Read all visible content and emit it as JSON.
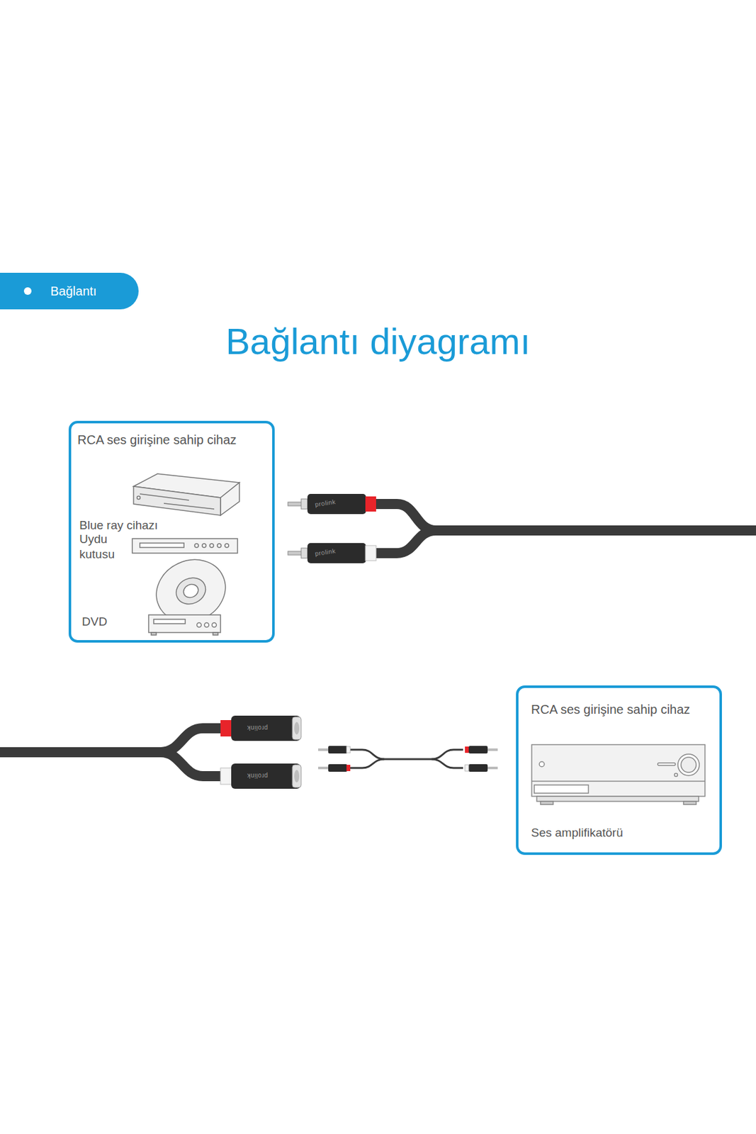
{
  "diagram": {
    "title": "Bağlantı diyagramı",
    "nodes": [
      {
        "text": [
          "Bağlantı"
        ]
      },
      {
        "text": [
          "RCA ses girişine sahip cihaz",
          "Blue ray cihazı",
          "Uydu kutusu",
          "DVD"
        ]
      },
      {
        "text": [
          "RCA ses girişine sahip cihaz",
          "Ses amplifikatörü"
        ]
      }
    ],
    "labels": [
      "prolink",
      "prolink",
      "prolink",
      "prolink"
    ]
  }
}
